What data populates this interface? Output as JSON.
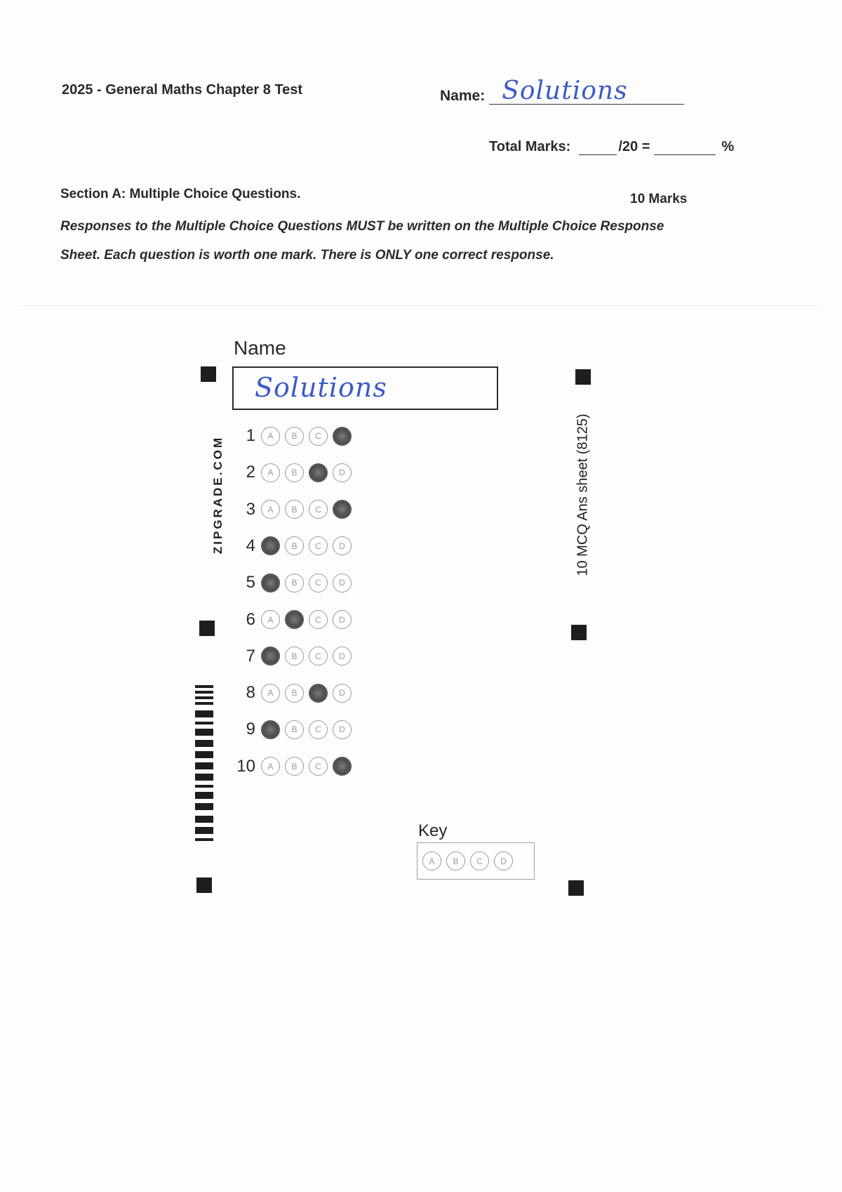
{
  "header": {
    "title": "2025 - General Maths Chapter 8 Test",
    "name_label": "Name:",
    "name_value": "Solutions",
    "total_marks_label": "Total Marks:",
    "total_marks_out_of": "/20 =",
    "percent_sign": "%"
  },
  "section": {
    "title": "Section A: Multiple Choice Questions.",
    "marks": "10 Marks",
    "instructions_line1": "Responses to the Multiple Choice Questions MUST be written on the Multiple Choice Response",
    "instructions_line2": "Sheet. Each question is worth one mark. There is ONLY one correct response."
  },
  "answer_sheet": {
    "brand": "ZIPGRADE.COM",
    "sheet_label": "10 MCQ Ans sheet  (8125)",
    "name_label": "Name",
    "name_value": "Solutions",
    "options": [
      "A",
      "B",
      "C",
      "D"
    ],
    "questions": [
      {
        "number": "1",
        "answer": "D"
      },
      {
        "number": "2",
        "answer": "C"
      },
      {
        "number": "3",
        "answer": "D"
      },
      {
        "number": "4",
        "answer": "A"
      },
      {
        "number": "5",
        "answer": "A"
      },
      {
        "number": "6",
        "answer": "B"
      },
      {
        "number": "7",
        "answer": "A"
      },
      {
        "number": "8",
        "answer": "C"
      },
      {
        "number": "9",
        "answer": "A"
      },
      {
        "number": "10",
        "answer": "D"
      }
    ],
    "key_label": "Key"
  }
}
